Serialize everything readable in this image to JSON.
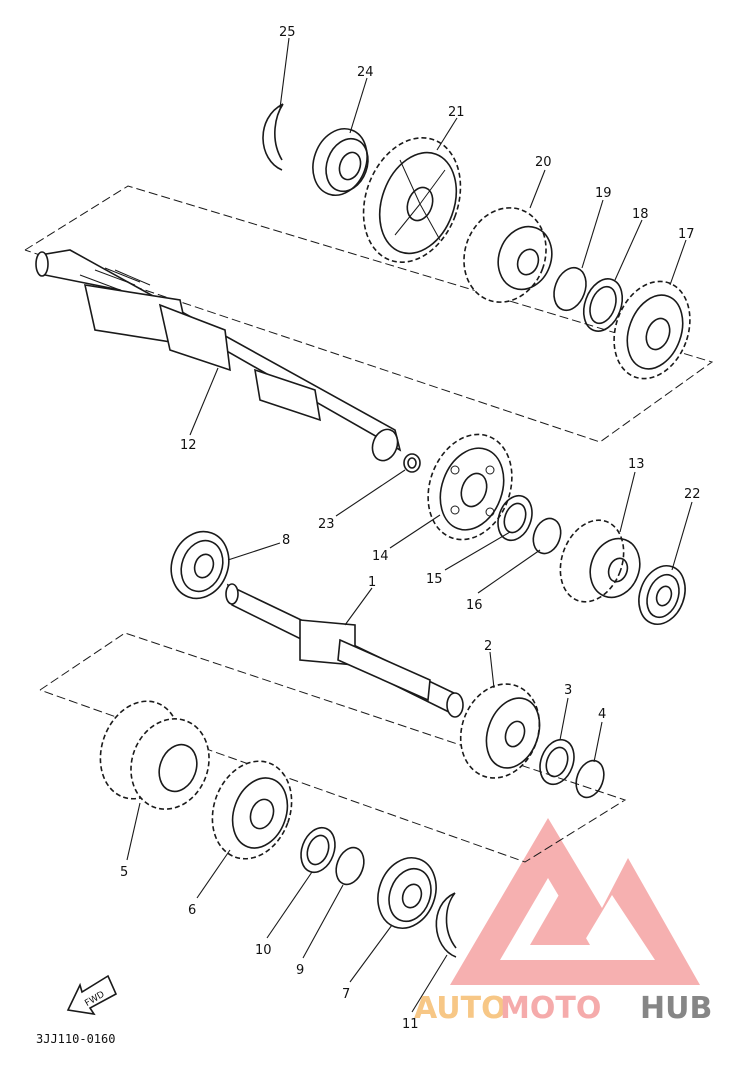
{
  "diagram": {
    "code": "3JJ110-0160",
    "fwd_label": "FWD",
    "parts": [
      "1",
      "2",
      "3",
      "4",
      "5",
      "6",
      "7",
      "8",
      "9",
      "10",
      "11",
      "12",
      "13",
      "14",
      "15",
      "16",
      "17",
      "18",
      "19",
      "20",
      "21",
      "22",
      "23",
      "24",
      "25"
    ]
  },
  "watermark": {
    "text_left": "AUTO",
    "text_mid": "MOTO",
    "text_right": "HUB",
    "colors": {
      "accent": "#f5a3a3",
      "orange": "#f7c27a",
      "gray": "#7a7a7a"
    }
  }
}
